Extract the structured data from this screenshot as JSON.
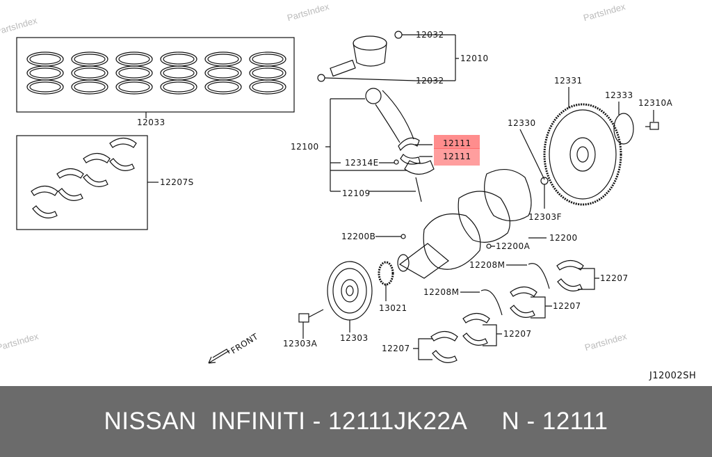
{
  "watermark": "PartsIndex",
  "labels": {
    "piston_pin_clip_top": "12032",
    "piston_assy": "12010",
    "piston_pin_clip_bottom": "12032",
    "piston_ring_set": "12033",
    "main_bearing_set": "12207S",
    "conrod_assy": "12100",
    "conrod_bearing_upper": "12111",
    "conrod_bearing_lower": "12111",
    "conrod_nut": "12314E",
    "conrod_bolt": "12109",
    "flywheel_spacer": "12330",
    "flywheel": "12331",
    "reinforcement_plate": "12333",
    "flywheel_bolt": "12310A",
    "pilot_bushing": "12303F",
    "crankshaft": "12200",
    "crankshaft_key": "12200B",
    "crankshaft_plug": "12200A",
    "thrust_washer_1": "12208M",
    "main_bearing_1": "12207",
    "thrust_washer_2": "12208M",
    "main_bearing_2": "12207",
    "main_bearing_3": "12207",
    "main_bearing_4": "12207",
    "crank_sprocket": "13021",
    "crank_pulley": "12303",
    "pulley_bolt": "12303A",
    "front": "FRONT",
    "diagram_code": "J12002SH"
  },
  "highlight_color": "#ff5050",
  "footer": {
    "title": "NISSAN  INFINITI - 12111JK22A     N - 12111"
  }
}
